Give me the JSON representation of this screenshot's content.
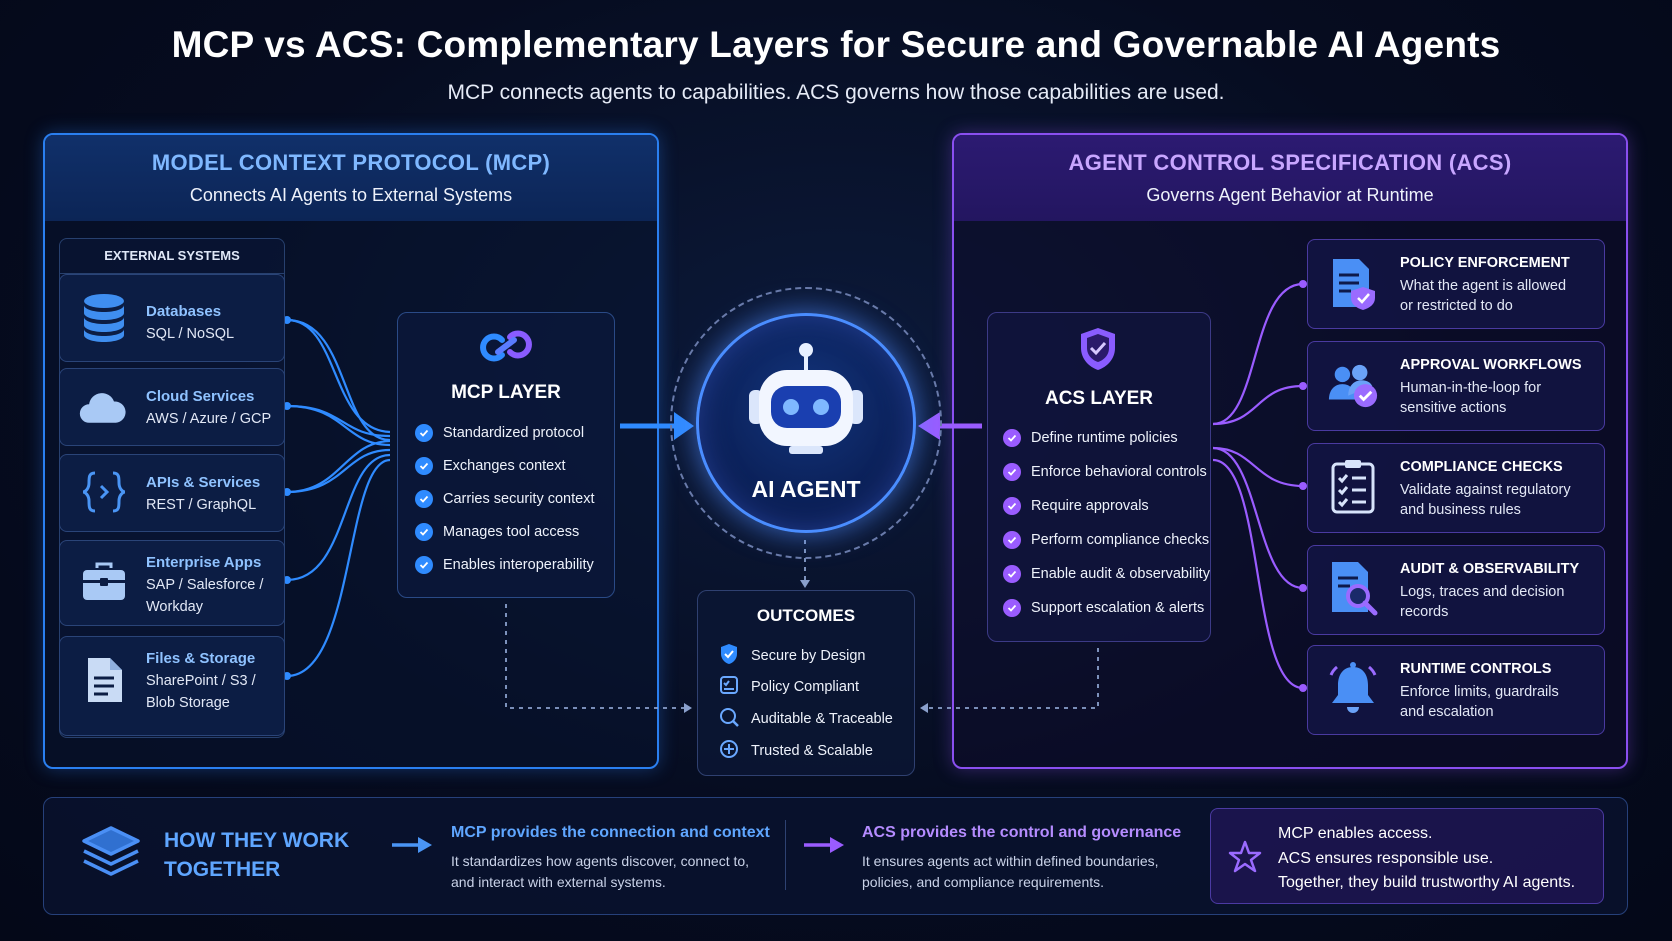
{
  "title": "MCP vs ACS: Complementary Layers for Secure and Governable AI Agents",
  "subtitle": "MCP connects agents to capabilities. ACS governs how those capabilities are used.",
  "mcp": {
    "title": "MODEL CONTEXT PROTOCOL (MCP)",
    "subtitle": "Connects AI Agents to External Systems",
    "external_systems_label": "EXTERNAL SYSTEMS",
    "systems": [
      {
        "name": "Databases",
        "desc": [
          "SQL / NoSQL"
        ],
        "icon": "database-icon"
      },
      {
        "name": "Cloud Services",
        "desc": [
          "AWS / Azure / GCP"
        ],
        "icon": "cloud-icon"
      },
      {
        "name": "APIs & Services",
        "desc": [
          "REST / GraphQL"
        ],
        "icon": "api-braces-icon"
      },
      {
        "name": "Enterprise Apps",
        "desc": [
          "SAP / Salesforce /",
          "Workday"
        ],
        "icon": "briefcase-icon"
      },
      {
        "name": "Files & Storage",
        "desc": [
          "SharePoint / S3 /",
          "Blob Storage"
        ],
        "icon": "file-icon"
      }
    ],
    "layer_title": "MCP LAYER",
    "layer_items": [
      "Standardized protocol",
      "Exchanges context",
      "Carries security context",
      "Manages tool access",
      "Enables interoperability"
    ]
  },
  "agent": {
    "label": "AI AGENT",
    "icon": "robot-icon"
  },
  "outcomes": {
    "title": "OUTCOMES",
    "items": [
      {
        "label": "Secure by Design",
        "icon": "shield-check-icon"
      },
      {
        "label": "Policy Compliant",
        "icon": "checklist-icon"
      },
      {
        "label": "Auditable & Traceable",
        "icon": "search-icon"
      },
      {
        "label": "Trusted & Scalable",
        "icon": "plus-circle-icon"
      }
    ]
  },
  "acs": {
    "title": "AGENT CONTROL SPECIFICATION (ACS)",
    "subtitle": "Governs Agent Behavior at Runtime",
    "layer_title": "ACS LAYER",
    "layer_items": [
      "Define runtime policies",
      "Enforce behavioral controls",
      "Require approvals",
      "Perform compliance checks",
      "Enable audit & observability",
      "Support escalation & alerts"
    ],
    "capabilities": [
      {
        "title": "POLICY ENFORCEMENT",
        "desc": [
          "What the agent is allowed",
          "or restricted to do"
        ],
        "icon": "policy-document-icon"
      },
      {
        "title": "APPROVAL WORKFLOWS",
        "desc": [
          "Human-in-the-loop for",
          "sensitive actions"
        ],
        "icon": "users-check-icon"
      },
      {
        "title": "COMPLIANCE CHECKS",
        "desc": [
          "Validate against regulatory",
          "and business rules"
        ],
        "icon": "clipboard-check-icon"
      },
      {
        "title": "AUDIT & OBSERVABILITY",
        "desc": [
          "Logs, traces and decision",
          "records"
        ],
        "icon": "document-search-icon"
      },
      {
        "title": "RUNTIME CONTROLS",
        "desc": [
          "Enforce limits, guardrails",
          "and escalation"
        ],
        "icon": "bell-icon"
      }
    ]
  },
  "bottom": {
    "how_label": [
      "HOW THEY WORK",
      "TOGETHER"
    ],
    "mcp_head": "MCP provides the connection and context",
    "mcp_desc": [
      "It standardizes how agents discover, connect to,",
      "and interact with external systems."
    ],
    "acs_head": "ACS provides the control and governance",
    "acs_desc": [
      "It ensures agents act within defined boundaries,",
      "policies, and compliance requirements."
    ],
    "quote": [
      "MCP enables access.",
      "ACS ensures responsible use.",
      "Together, they build trustworthy AI agents."
    ]
  },
  "colors": {
    "mcp_accent": "#2f8bff",
    "acs_accent": "#9a5cff",
    "mcp_title": "#7fb8ff",
    "acs_title": "#c8a6ff",
    "background": "#060c20"
  }
}
